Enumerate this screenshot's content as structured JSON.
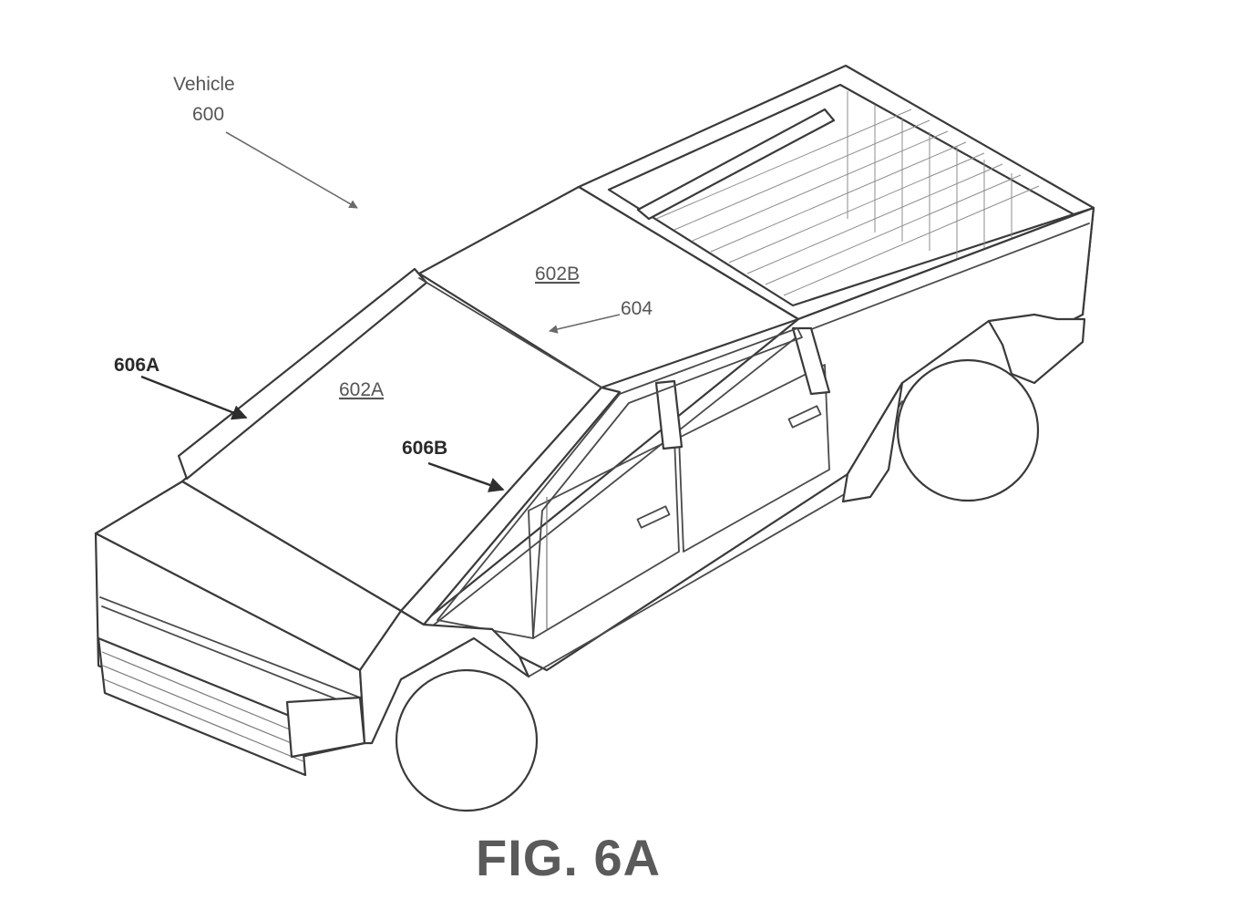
{
  "labels": {
    "vehicle_word": "Vehicle",
    "vehicle_number": "600",
    "panel_front": "602A",
    "panel_rear": "602B",
    "interface": "604",
    "edge_left": "606A",
    "edge_right": "606B"
  },
  "figure_title": "FIG. 6A"
}
